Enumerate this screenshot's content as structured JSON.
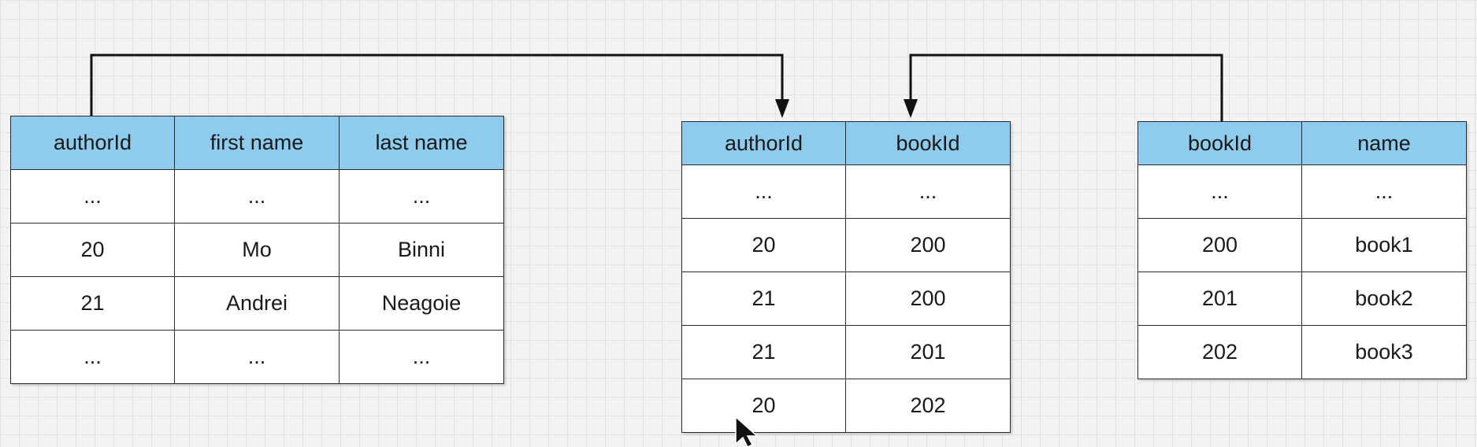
{
  "tables": {
    "authors": {
      "columns": [
        "authorId",
        "first name",
        "last name"
      ],
      "rows": [
        [
          "...",
          "...",
          "..."
        ],
        [
          "20",
          "Mo",
          "Binni"
        ],
        [
          "21",
          "Andrei",
          "Neagoie"
        ],
        [
          "...",
          "...",
          "..."
        ]
      ]
    },
    "author_book": {
      "columns": [
        "authorId",
        "bookId"
      ],
      "rows": [
        [
          "...",
          "..."
        ],
        [
          "20",
          "200"
        ],
        [
          "21",
          "200"
        ],
        [
          "21",
          "201"
        ],
        [
          "20",
          "202"
        ]
      ]
    },
    "books": {
      "columns": [
        "bookId",
        "name"
      ],
      "rows": [
        [
          "...",
          "..."
        ],
        [
          "200",
          "book1"
        ],
        [
          "201",
          "book2"
        ],
        [
          "202",
          "book3"
        ]
      ]
    }
  },
  "colors": {
    "header_fill": "#8fcbec",
    "border": "#2b2b2b",
    "connector": "#111111",
    "canvas_background": "#f3f3f3"
  },
  "icons": {
    "cursor": "mouse-pointer-icon",
    "arrowhead": "arrow-down-icon"
  }
}
